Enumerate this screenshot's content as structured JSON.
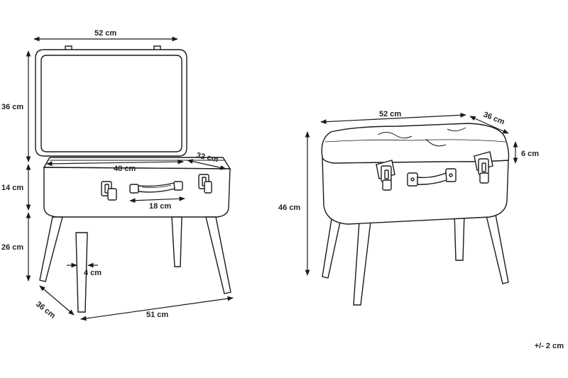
{
  "colors": {
    "line": "#1a1a1a",
    "dim": "#222222",
    "background": "#ffffff"
  },
  "open_stool": {
    "lid_width": "52 cm",
    "lid_height": "36 cm",
    "inner_width": "48 cm",
    "inner_depth": "32 cm",
    "box_height": "14 cm",
    "handle_width": "18 cm",
    "leg_height": "26 cm",
    "leg_width": "4 cm",
    "depth": "36 cm",
    "width": "51 cm"
  },
  "closed_stool": {
    "width": "52 cm",
    "depth": "36 cm",
    "cushion_height": "6 cm",
    "total_height": "46 cm"
  },
  "tolerance": "+/- 2 cm"
}
